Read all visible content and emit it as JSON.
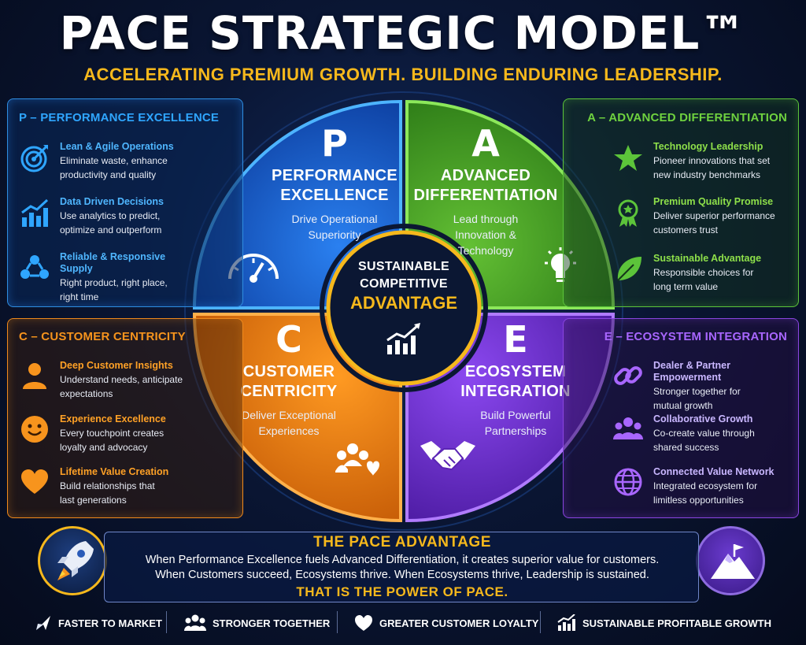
{
  "title": "PACE STRATEGIC MODEL™",
  "subtitle": "ACCELERATING PREMIUM GROWTH. BUILDING ENDURING LEADERSHIP.",
  "panels": {
    "p": {
      "heading": "P – PERFORMANCE EXCELLENCE",
      "items": [
        {
          "title": "Lean & Agile Operations",
          "desc1": "Eliminate waste, enhance",
          "desc2": "productivity and quality",
          "icon": "target-icon"
        },
        {
          "title": "Data Driven Decisions",
          "desc1": "Use analytics to predict,",
          "desc2": "optimize and outperform",
          "icon": "bar-chart-icon"
        },
        {
          "title": "Reliable & Responsive",
          "title2": "Supply",
          "desc1": "Right product, right place,",
          "desc2": "right time",
          "icon": "supply-network-icon"
        }
      ]
    },
    "a": {
      "heading": "A – ADVANCED DIFFERENTIATION",
      "items": [
        {
          "title": "Technology Leadership",
          "desc1": "Pioneer innovations that set",
          "desc2": "new industry benchmarks",
          "icon": "star-icon"
        },
        {
          "title": "Premium Quality Promise",
          "desc1": "Deliver superior performance",
          "desc2": "customers trust",
          "icon": "award-badge-icon"
        },
        {
          "title": "Sustainable Advantage",
          "desc1": "Responsible choices for",
          "desc2": "long term value",
          "icon": "leaf-icon"
        }
      ]
    },
    "c": {
      "heading": "C – CUSTOMER CENTRICITY",
      "items": [
        {
          "title": "Deep Customer Insights",
          "desc1": "Understand needs, anticipate",
          "desc2": "expectations",
          "icon": "person-icon"
        },
        {
          "title": "Experience Excellence",
          "desc1": "Every touchpoint creates",
          "desc2": "loyalty and advocacy",
          "icon": "smiley-icon"
        },
        {
          "title": "Lifetime Value Creation",
          "desc1": "Build relationships that",
          "desc2": "last generations",
          "icon": "heart-icon"
        }
      ]
    },
    "e": {
      "heading": "E – ECOSYSTEM INTEGRATION",
      "items": [
        {
          "title": "Dealer & Partner Empowerment",
          "desc1": "Stronger together for",
          "desc2": "mutual growth",
          "icon": "link-icon"
        },
        {
          "title": "Collaborative Growth",
          "desc1": "Co-create value through",
          "desc2": "shared success",
          "icon": "group-icon"
        },
        {
          "title": "Connected Value Network",
          "desc1": "Integrated ecosystem for",
          "desc2": "limitless opportunities",
          "icon": "globe-icon"
        }
      ]
    }
  },
  "quadrants": {
    "p": {
      "letter": "P",
      "title1": "PERFORMANCE",
      "title2": "EXCELLENCE",
      "desc1": "Drive Operational",
      "desc2": "Superiority",
      "icon": "speedometer-icon",
      "color": "#1f6fe0"
    },
    "a": {
      "letter": "A",
      "title1": "ADVANCED",
      "title2": "DIFFERENTIATION",
      "desc1": "Lead through",
      "desc2": "Innovation &",
      "desc3": "Technology",
      "icon": "lightbulb-icon",
      "color": "#4fa82a"
    },
    "c": {
      "letter": "C",
      "title1": "CUSTOMER",
      "title2": "CENTRICITY",
      "desc1": "Deliver Exceptional",
      "desc2": "Experiences",
      "icon": "customers-heart-icon",
      "color": "#f07d10"
    },
    "e": {
      "letter": "E",
      "title1": "ECOSYSTEM",
      "title2": "INTEGRATION",
      "desc1": "Build Powerful",
      "desc2": "Partnerships",
      "icon": "handshake-icon",
      "color": "#7a35d8"
    }
  },
  "center": {
    "line1": "SUSTAINABLE",
    "line2": "COMPETITIVE",
    "line3": "ADVANTAGE",
    "icon": "growth-chart-icon"
  },
  "advantage": {
    "title": "THE PACE ADVANTAGE",
    "line1": "When Performance Excellence fuels Advanced Differentiation, it creates superior value for customers.",
    "line2": "When Customers succeed, Ecosystems thrive. When Ecosystems thrive, Leadership is sustained.",
    "power": "THAT IS THE POWER OF PACE.",
    "left_icon": "rocket-icon",
    "right_icon": "mountain-flag-icon"
  },
  "footer": [
    {
      "label": "FASTER TO MARKET",
      "icon": "plane-icon"
    },
    {
      "label": "STRONGER TOGETHER",
      "icon": "people-icon"
    },
    {
      "label": "GREATER CUSTOMER LOYALTY",
      "icon": "heart-icon"
    },
    {
      "label": "SUSTAINABLE PROFITABLE GROWTH",
      "icon": "growth-chart-icon"
    }
  ],
  "colors": {
    "gold": "#f6b81c",
    "blue": "#2fa6ff",
    "green": "#6fd23f",
    "orange": "#f7941d",
    "purple": "#a866ff"
  }
}
